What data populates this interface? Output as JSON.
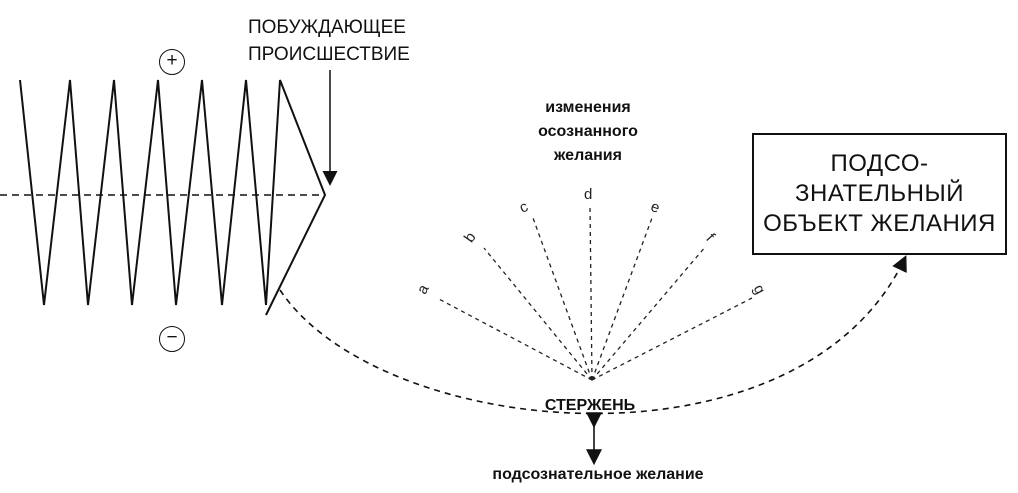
{
  "inciting_incident": {
    "line1": "ПОБУЖДАЮЩЕЕ",
    "line2": "ПРОИСШЕСТВИЕ"
  },
  "signs": {
    "plus": "+",
    "minus": "−"
  },
  "changes_label": {
    "line1": "изменения",
    "line2": "осознанного",
    "line3": "желания"
  },
  "rays": [
    "a",
    "b",
    "c",
    "d",
    "e",
    "f",
    "g"
  ],
  "core_label": "СТЕРЖЕНЬ",
  "unconscious_label": "подсознательное желание",
  "object_box": {
    "line1": "ПОДСО-",
    "line2": "ЗНАТЕЛЬНЫЙ",
    "line3": "ОБЪЕКТ ЖЕЛАНИЯ"
  }
}
